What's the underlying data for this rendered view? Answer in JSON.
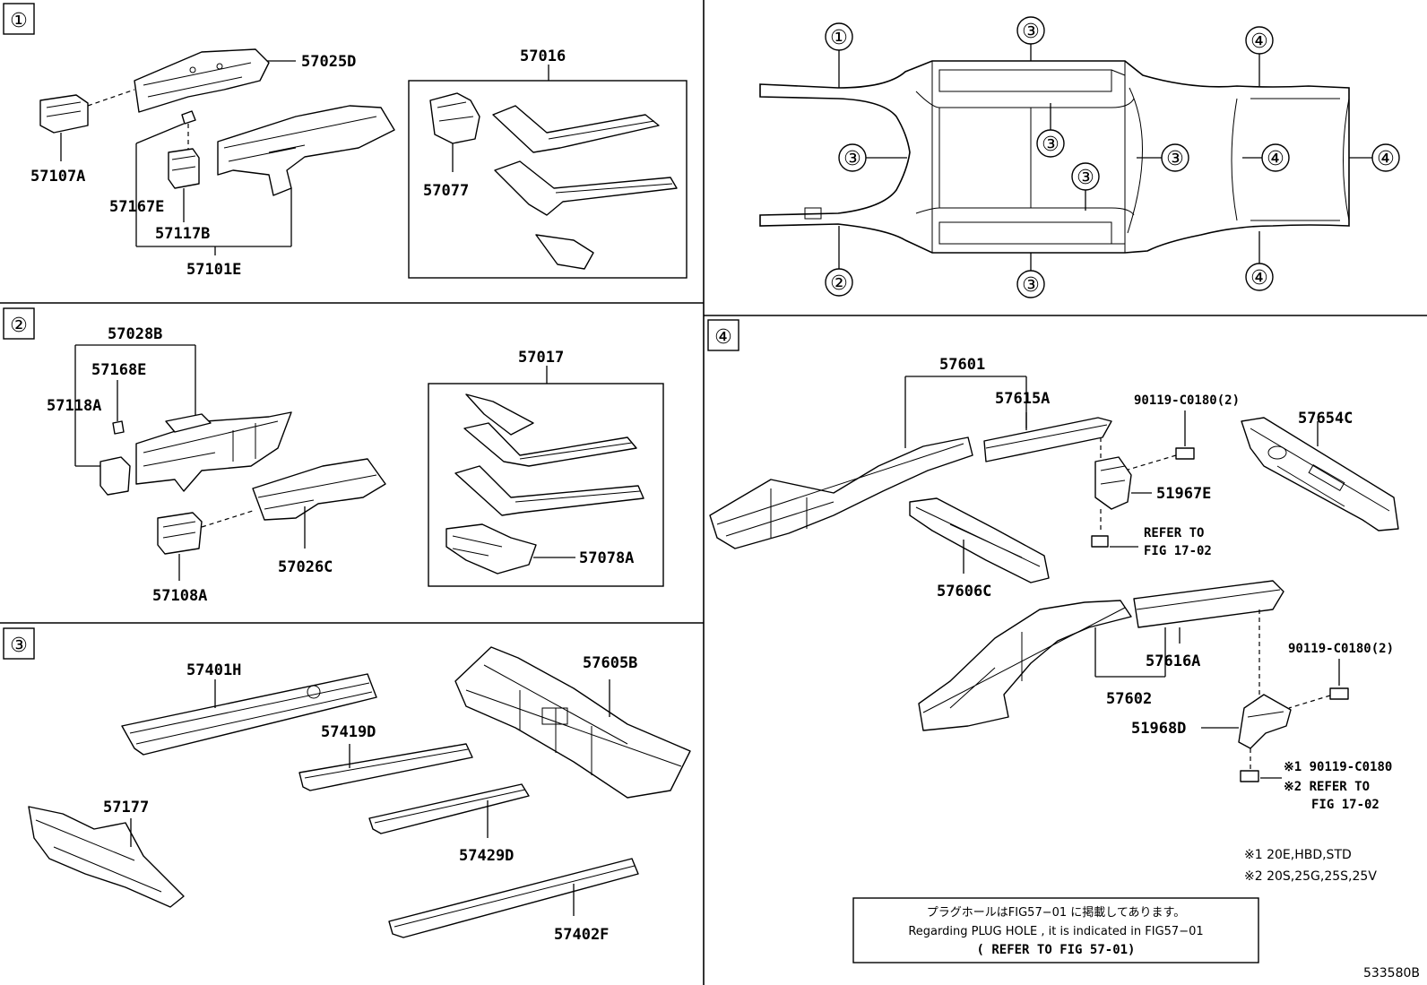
{
  "section_labels": {
    "s1": "①",
    "s2": "②",
    "s3": "③",
    "s4": "④"
  },
  "frame_callouts": {
    "c_front_upper": "①",
    "c_front_lower": "②",
    "c_top_mid": "③",
    "c_left_cross": "③",
    "c_center_long": "③",
    "c_center_short": "③",
    "c_rear_cross": "③",
    "c_bottom_mid": "③",
    "c_rear_top": "④",
    "c_rear_mid": "④",
    "c_rear_end": "④",
    "c_rear_bottom": "④"
  },
  "parts": {
    "p57025D": "57025D",
    "p57107A": "57107A",
    "p57167E": "57167E",
    "p57117B": "57117B",
    "p57101E": "57101E",
    "p57016": "57016",
    "p57077": "57077",
    "p57028B": "57028B",
    "p57168E": "57168E",
    "p57118A": "57118A",
    "p57026C": "57026C",
    "p57108A": "57108A",
    "p57017": "57017",
    "p57078A": "57078A",
    "p57401H": "57401H",
    "p57419D": "57419D",
    "p57177": "57177",
    "p57429D": "57429D",
    "p57402F": "57402F",
    "p57605B": "57605B",
    "p57601": "57601",
    "p57615A": "57615A",
    "p90119a": "90119-C0180(2)",
    "p51967E": "51967E",
    "p57654C": "57654C",
    "p57606C": "57606C",
    "p57616A": "57616A",
    "p57602": "57602",
    "p90119b": "90119-C0180(2)",
    "p51968D": "51968D"
  },
  "refer1": {
    "line1": "REFER TO",
    "line2": "FIG 17-02"
  },
  "refer2": {
    "l1": "※1 90119-C0180",
    "l2": "※2 REFER TO",
    "l3": "FIG 17-02"
  },
  "footnotes": {
    "f1": "※1 20E,HBD,STD",
    "f2": "※2 20S,25G,25S,25V"
  },
  "note_box": {
    "line1": "プラグホールはFIG57−01 に掲載してあります。",
    "line2": "Regarding PLUG HOLE , it is indicated in FIG57−01",
    "line3": "( REFER TO FIG 57-01)"
  },
  "catalog_number": "533580B"
}
